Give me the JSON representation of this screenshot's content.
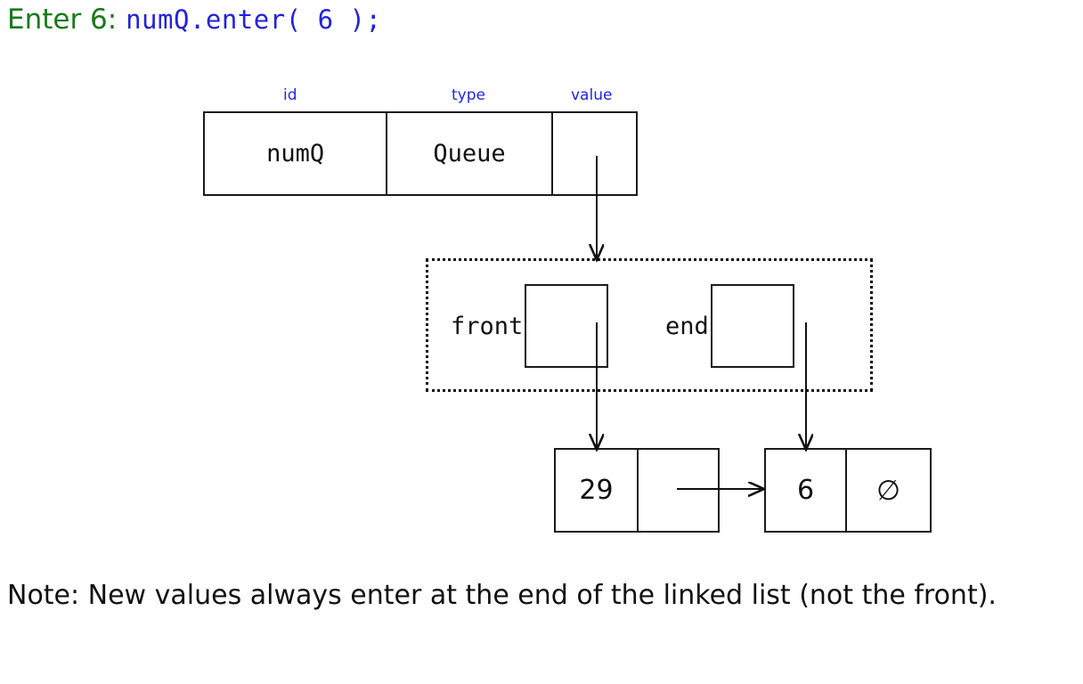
{
  "title": {
    "prefix": "Enter 6:",
    "code": "numQ.enter( 6 );",
    "prefix_color": "#1a7a1a",
    "code_color": "#2222dd"
  },
  "colors": {
    "label_blue": "#2222ee",
    "stroke": "#1a1a1a",
    "text": "#111111",
    "background": "#ffffff"
  },
  "object_table": {
    "columns": [
      {
        "label": "id",
        "value": "numQ"
      },
      {
        "label": "type",
        "value": "Queue"
      },
      {
        "label": "value",
        "value": ""
      }
    ]
  },
  "queue_object": {
    "fields": [
      {
        "label": "front",
        "value": ""
      },
      {
        "label": "end",
        "value": ""
      }
    ]
  },
  "linked_list": {
    "nodes": [
      {
        "data": "29",
        "next": ""
      },
      {
        "data": "6",
        "next": "∅"
      }
    ]
  },
  "note": "Note: New values always enter at the end of the linked list (not the front).",
  "chart_data": {
    "type": "diagram",
    "title": "Enter 6: numQ.enter( 6 );",
    "nodes": [
      {
        "id": "numQ-object",
        "kind": "object-row",
        "fields": {
          "id": "numQ",
          "type": "Queue",
          "value": "pointer"
        }
      },
      {
        "id": "queue-internals",
        "kind": "dotted-group",
        "fields": {
          "front": "pointer",
          "end": "pointer"
        }
      },
      {
        "id": "ll-node-1",
        "kind": "list-node",
        "data": "29",
        "next": "ll-node-2"
      },
      {
        "id": "ll-node-2",
        "kind": "list-node",
        "data": "6",
        "next": "null"
      }
    ],
    "edges": [
      {
        "from": "numQ-object.value",
        "to": "queue-internals",
        "style": "arrow-down"
      },
      {
        "from": "queue-internals.front",
        "to": "ll-node-1",
        "style": "arrow-down"
      },
      {
        "from": "queue-internals.end",
        "to": "ll-node-2",
        "style": "arrow-down"
      },
      {
        "from": "ll-node-1.next",
        "to": "ll-node-2",
        "style": "arrow-right"
      }
    ]
  }
}
